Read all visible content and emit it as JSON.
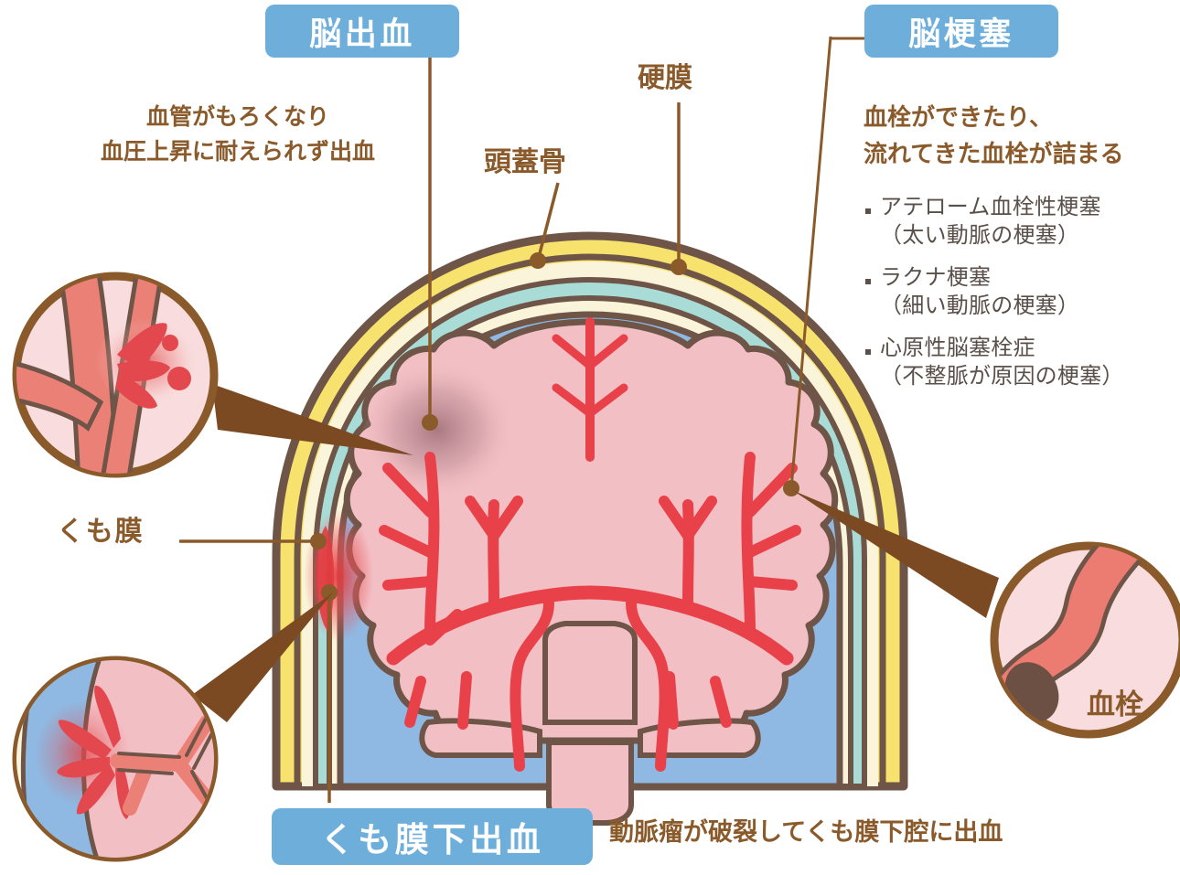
{
  "figure": {
    "title_kind": "stroke-types-anatomical-diagram",
    "colors": {
      "pill_bg": "#6DAEDB",
      "pill_text": "#FFFFFF",
      "note_text": "#8A5A2B",
      "leaf_text": "#5B5049",
      "outline": "#6E5548",
      "skull_yellow": "#F7E26E",
      "dura_cream": "#FAF4DA",
      "arachnoid_teal": "#A9DCD7",
      "csf_blue": "#8FB9E2",
      "brain_pink": "#F2BFC4",
      "brain_pink_light": "#F9DCDD",
      "artery_red": "#E8414A",
      "artery_salmon": "#EB8076",
      "thrombus_brown": "#6B5043",
      "hemorrhage_red": "#E23B3F",
      "leader": "#8A5A2B",
      "wedge": "#7B4A22"
    }
  },
  "labels": {
    "cerebral_hemorrhage": {
      "pill": "脳出血",
      "note_line1": "血管がもろくなり",
      "note_line2": "血圧上昇に耐えられず出血"
    },
    "cerebral_infarction": {
      "pill": "脳梗塞",
      "note_line1": "血栓ができたり、",
      "note_line2": "流れてきた血栓が詰まる",
      "subtypes": [
        {
          "name": "アテローム血栓性梗塞",
          "detail": "（太い動脈の梗塞）"
        },
        {
          "name": "ラクナ梗塞",
          "detail": "（細い動脈の梗塞）"
        },
        {
          "name": "心原性脳塞栓症",
          "detail": "（不整脈が原因の梗塞）"
        }
      ]
    },
    "subarachnoid_hemorrhage": {
      "pill": "くも膜下出血",
      "note": "動脈瘤が破裂してくも膜下腔に出血"
    }
  },
  "anatomy": {
    "dura_mater": "硬膜",
    "skull": "頭蓋骨",
    "arachnoid": "くも膜"
  },
  "insets": {
    "hemorrhage": {
      "name": "ruptured-vessel-bleeding"
    },
    "subarachnoid": {
      "name": "aneurysm-rupture-into-csf"
    },
    "infarction": {
      "name": "vessel-occluded-by-clot",
      "caption": "血栓"
    }
  }
}
